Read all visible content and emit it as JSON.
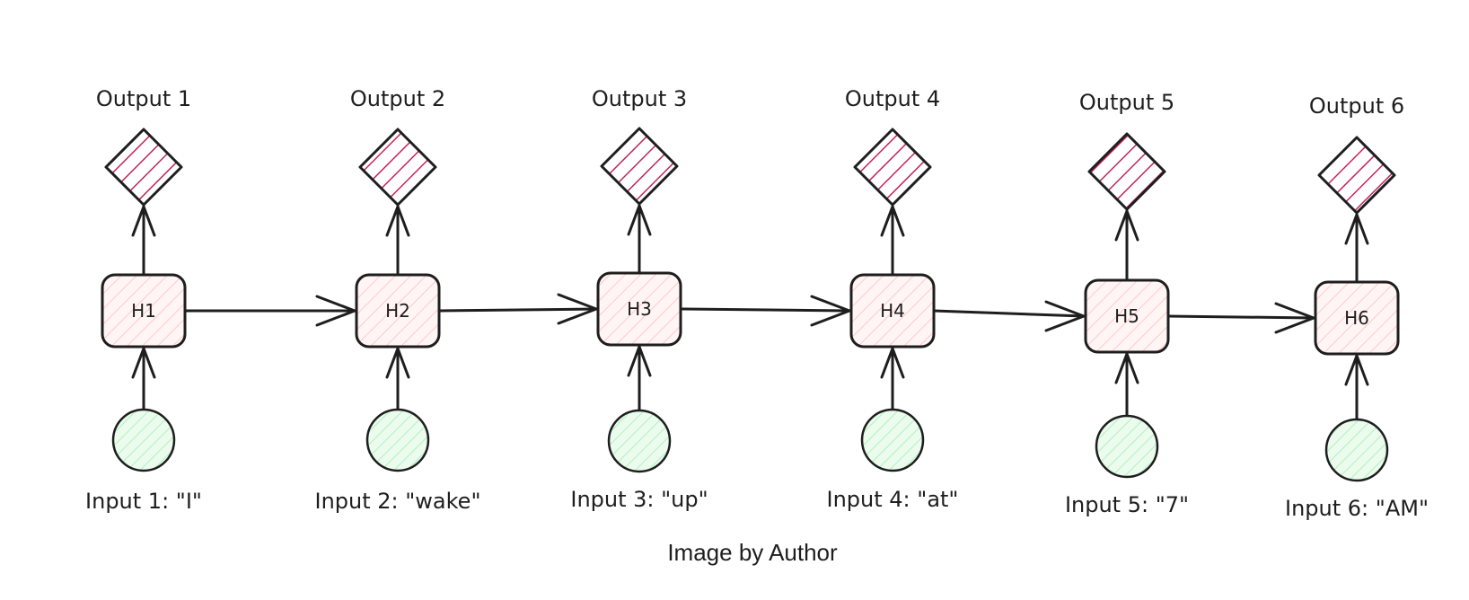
{
  "colors": {
    "stroke": "#1e1e1e",
    "output_hatch": "#c2255c",
    "hidden_hatch": "#ffc9c9",
    "input_hatch": "#b2f2bb",
    "input_fill": "#ebfbee",
    "hidden_fill": "#fff5f5"
  },
  "nodes": [
    {
      "output": "Output 1",
      "hidden": "H1",
      "input": "Input 1: \"I\""
    },
    {
      "output": "Output 2",
      "hidden": "H2",
      "input": "Input 2: \"wake\""
    },
    {
      "output": "Output 3",
      "hidden": "H3",
      "input": "Input 3: \"up\""
    },
    {
      "output": "Output 4",
      "hidden": "H4",
      "input": "Input 4: \"at\""
    },
    {
      "output": "Output 5",
      "hidden": "H5",
      "input": "Input 5: \"7\""
    },
    {
      "output": "Output 6",
      "hidden": "H6",
      "input": "Input 6: \"AM\""
    }
  ],
  "caption": "Image by Author"
}
